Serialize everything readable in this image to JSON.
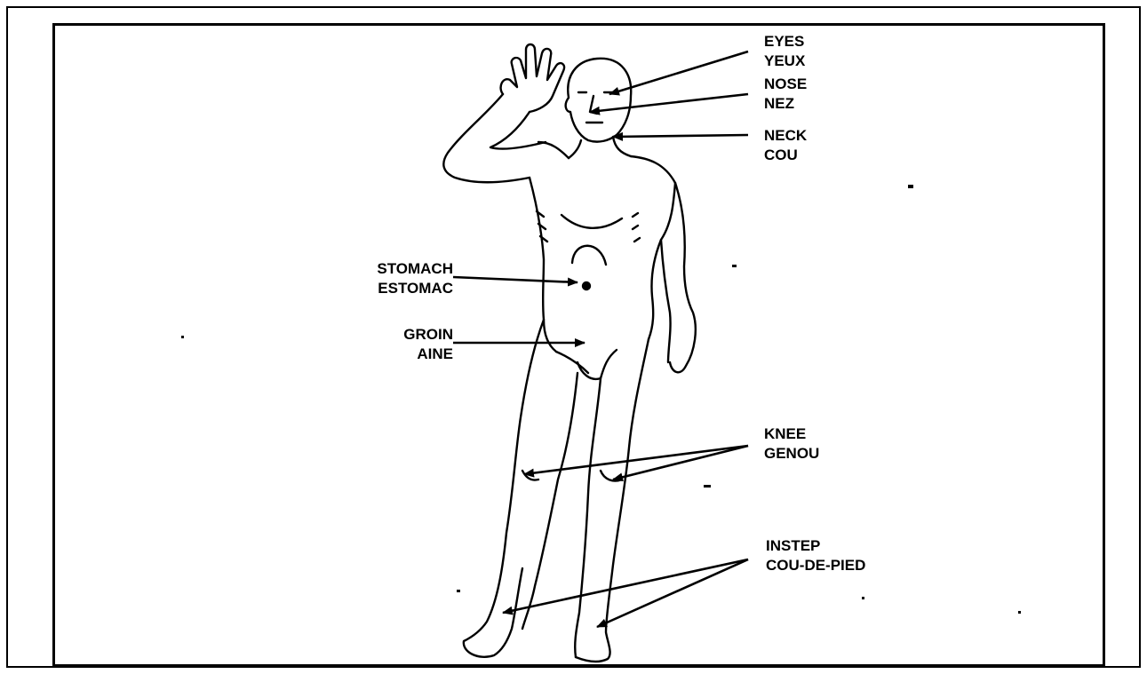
{
  "labels": {
    "eyes": {
      "en": "EYES",
      "fr": "YEUX"
    },
    "nose": {
      "en": "NOSE",
      "fr": "NEZ"
    },
    "neck": {
      "en": "NECK",
      "fr": "COU"
    },
    "stomach": {
      "en": "STOMACH",
      "fr": "ESTOMAC"
    },
    "groin": {
      "en": "GROIN",
      "fr": "AINE"
    },
    "knee": {
      "en": "KNEE",
      "fr": "GENOU"
    },
    "instep": {
      "en": "INSTEP",
      "fr": "COU-DE-PIED"
    }
  },
  "colors": {
    "ink": "#000000",
    "paper": "#ffffff"
  }
}
